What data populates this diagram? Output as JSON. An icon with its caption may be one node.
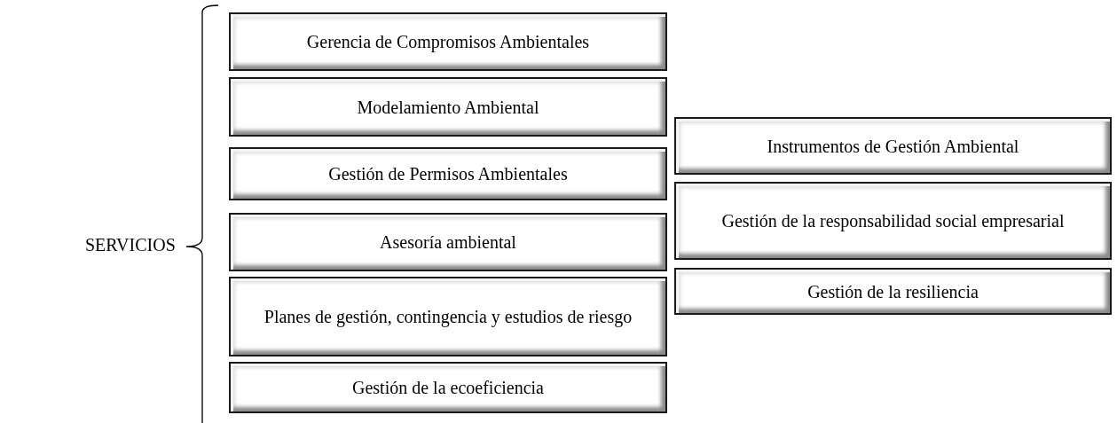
{
  "diagram": {
    "nodes": [
      {
        "text": [
          "Gerencia de Compromisos Ambientales"
        ]
      },
      {
        "text": [
          "Modelamiento Ambiental"
        ]
      },
      {
        "text": [
          "Gestión de Permisos Ambientales"
        ]
      },
      {
        "text": [
          "Asesoría ambiental"
        ]
      },
      {
        "text": [
          "Planes de gestión, contingencia y estudios de riesgo"
        ]
      },
      {
        "text": [
          "Gestión de la ecoeficiencia"
        ]
      },
      {
        "text": [
          "Instrumentos de Gestión Ambiental"
        ]
      },
      {
        "text": [
          "Gestión de la responsabilidad social empresarial"
        ]
      },
      {
        "text": [
          "Gestión de la resiliencia"
        ]
      }
    ],
    "labels": [
      "SERVICIOS"
    ]
  }
}
